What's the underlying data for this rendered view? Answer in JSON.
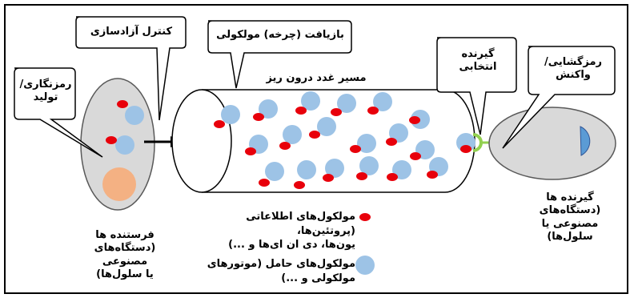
{
  "callouts": {
    "release_control": "کنترل آزادسازی",
    "recycling": "بازیافت (چرخه) مولکولی",
    "encoding": "رمزنگاری/ تولید",
    "selective_receptor": "گیرنده انتخابی",
    "decoding": "رمزگشایی/ واکنش"
  },
  "channel": {
    "title": "مسیر غدد درون ریز"
  },
  "sender": {
    "label_line1": "فرستنده ها",
    "label_line2": "(دستگاه‌های مصنوعی",
    "label_line3": "یا سلول‌ها)"
  },
  "receiver": {
    "label_line1": "گیرنده ها",
    "label_line2": "(دستگاه‌های",
    "label_line3": "مصنوعی یا سلول‌ها)"
  },
  "legend": {
    "info_line1": "مولکول‌های اطلاعاتی (پروتئین‌ها،",
    "info_line2": "یون‌ها، دی ان ای‌ها و ...)",
    "carrier_line1": "مولکول‌های حامل (موتورهای",
    "carrier_line2": "مولکولی و ...)"
  },
  "colors": {
    "info_molecule": "#e8000b",
    "carrier_molecule": "#9dc3e6",
    "vesicle": "#f4b183",
    "cell_fill": "#d9d9d9",
    "receptor": "#92d050",
    "decoder": "#5b9bd5"
  }
}
